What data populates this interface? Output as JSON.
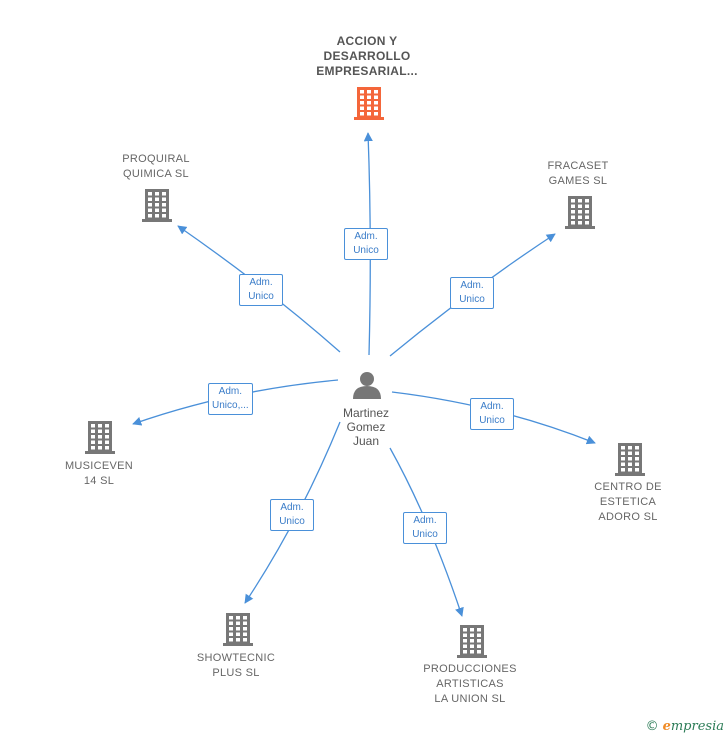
{
  "center": {
    "label": "Martinez\nGomez\nJuan",
    "icon": "person-icon"
  },
  "colors": {
    "edge": "#4a90d9",
    "building": "#777777",
    "highlight": "#f4663a"
  },
  "companies": [
    {
      "id": "accion",
      "label": "ACCION Y\nDESARROLLO\nEMPRESARIAL...",
      "highlight": true,
      "edge_label": "Adm.\nUnico",
      "icon": "building-icon"
    },
    {
      "id": "proquiral",
      "label": "PROQUIRAL\nQUIMICA SL",
      "highlight": false,
      "edge_label": "Adm.\nUnico",
      "icon": "building-icon"
    },
    {
      "id": "fracaset",
      "label": "FRACASET\nGAMES  SL",
      "highlight": false,
      "edge_label": "Adm.\nUnico",
      "icon": "building-icon"
    },
    {
      "id": "musiceven",
      "label": "MUSICEVEN\n14  SL",
      "highlight": false,
      "edge_label": "Adm.\nUnico,...",
      "icon": "building-icon"
    },
    {
      "id": "centro",
      "label": "CENTRO DE\nESTETICA\nADORO  SL",
      "highlight": false,
      "edge_label": "Adm.\nUnico",
      "icon": "building-icon"
    },
    {
      "id": "showtecnic",
      "label": "SHOWTECNIC\nPLUS  SL",
      "highlight": false,
      "edge_label": "Adm.\nUnico",
      "icon": "building-icon"
    },
    {
      "id": "producciones",
      "label": "PRODUCCIONES\nARTISTICAS\nLA UNION SL",
      "highlight": false,
      "edge_label": "Adm.\nUnico",
      "icon": "building-icon"
    }
  ],
  "footer": {
    "copyright_symbol": "©",
    "brand_first": "e",
    "brand_rest": "mpresia"
  }
}
